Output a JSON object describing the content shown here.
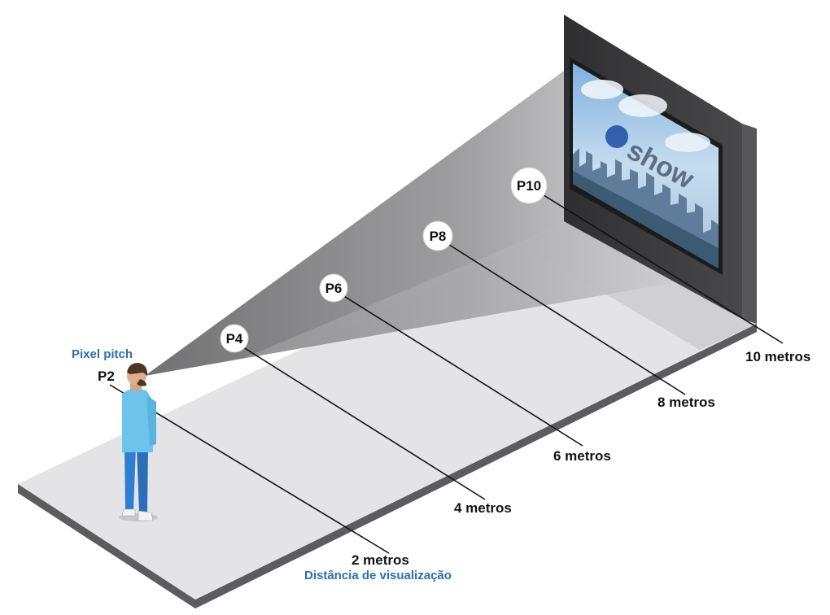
{
  "header": {
    "pixel_pitch_label": "Pixel pitch",
    "viewing_distance_label": "Distância de visualização"
  },
  "markers": [
    {
      "pitch": "P2",
      "distance": "2 metros"
    },
    {
      "pitch": "P4",
      "distance": "4 metros"
    },
    {
      "pitch": "P6",
      "distance": "6 metros"
    },
    {
      "pitch": "P8",
      "distance": "8 metros"
    },
    {
      "pitch": "P10",
      "distance": "10 metros"
    }
  ],
  "screen": {
    "logo_text": "show"
  },
  "colors": {
    "accent_blue": "#2e6db3",
    "wall": "#3a3a3d",
    "floor": "#e4e4e6",
    "shirt": "#6cc4ec",
    "pants": "#2f7fd0"
  }
}
